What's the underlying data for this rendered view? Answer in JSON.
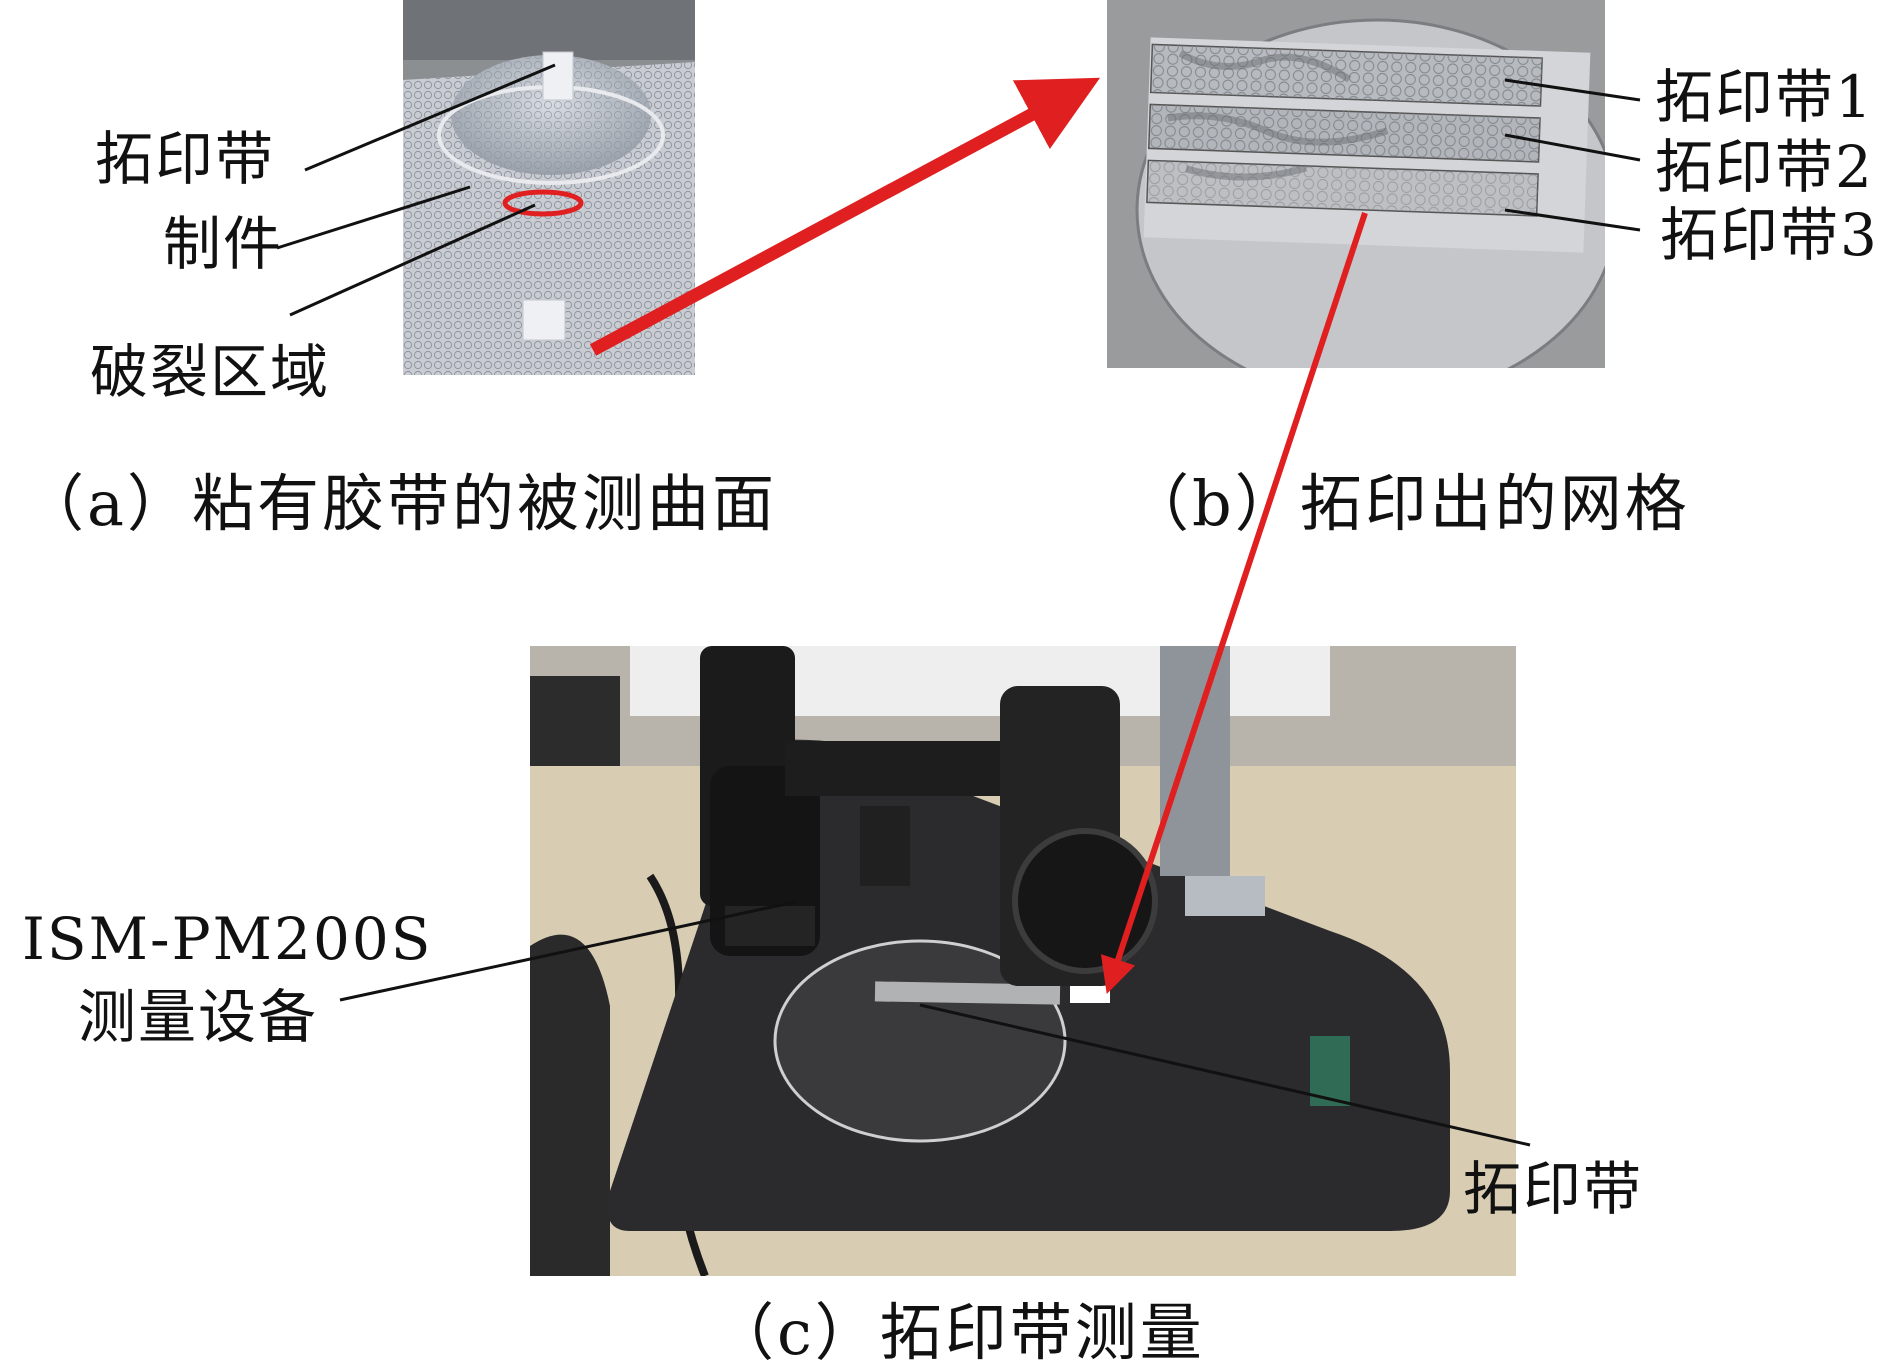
{
  "panel_a": {
    "labels": {
      "tape": "拓印带",
      "part": "制件",
      "crack": "破裂区域"
    },
    "caption": "（a）粘有胶带的被测曲面"
  },
  "panel_b": {
    "labels": {
      "tape1": "拓印带1",
      "tape2": "拓印带2",
      "tape3": "拓印带3"
    },
    "caption": "（b）拓印出的网格"
  },
  "panel_c": {
    "labels": {
      "device_line1": "ISM-PM200S",
      "device_line2": "测量设备",
      "tape": "拓印带"
    },
    "caption": "（c）拓印带测量"
  },
  "colors": {
    "arrow": "#e02020",
    "crack_circle": "#e02020",
    "leader": "#111111"
  }
}
